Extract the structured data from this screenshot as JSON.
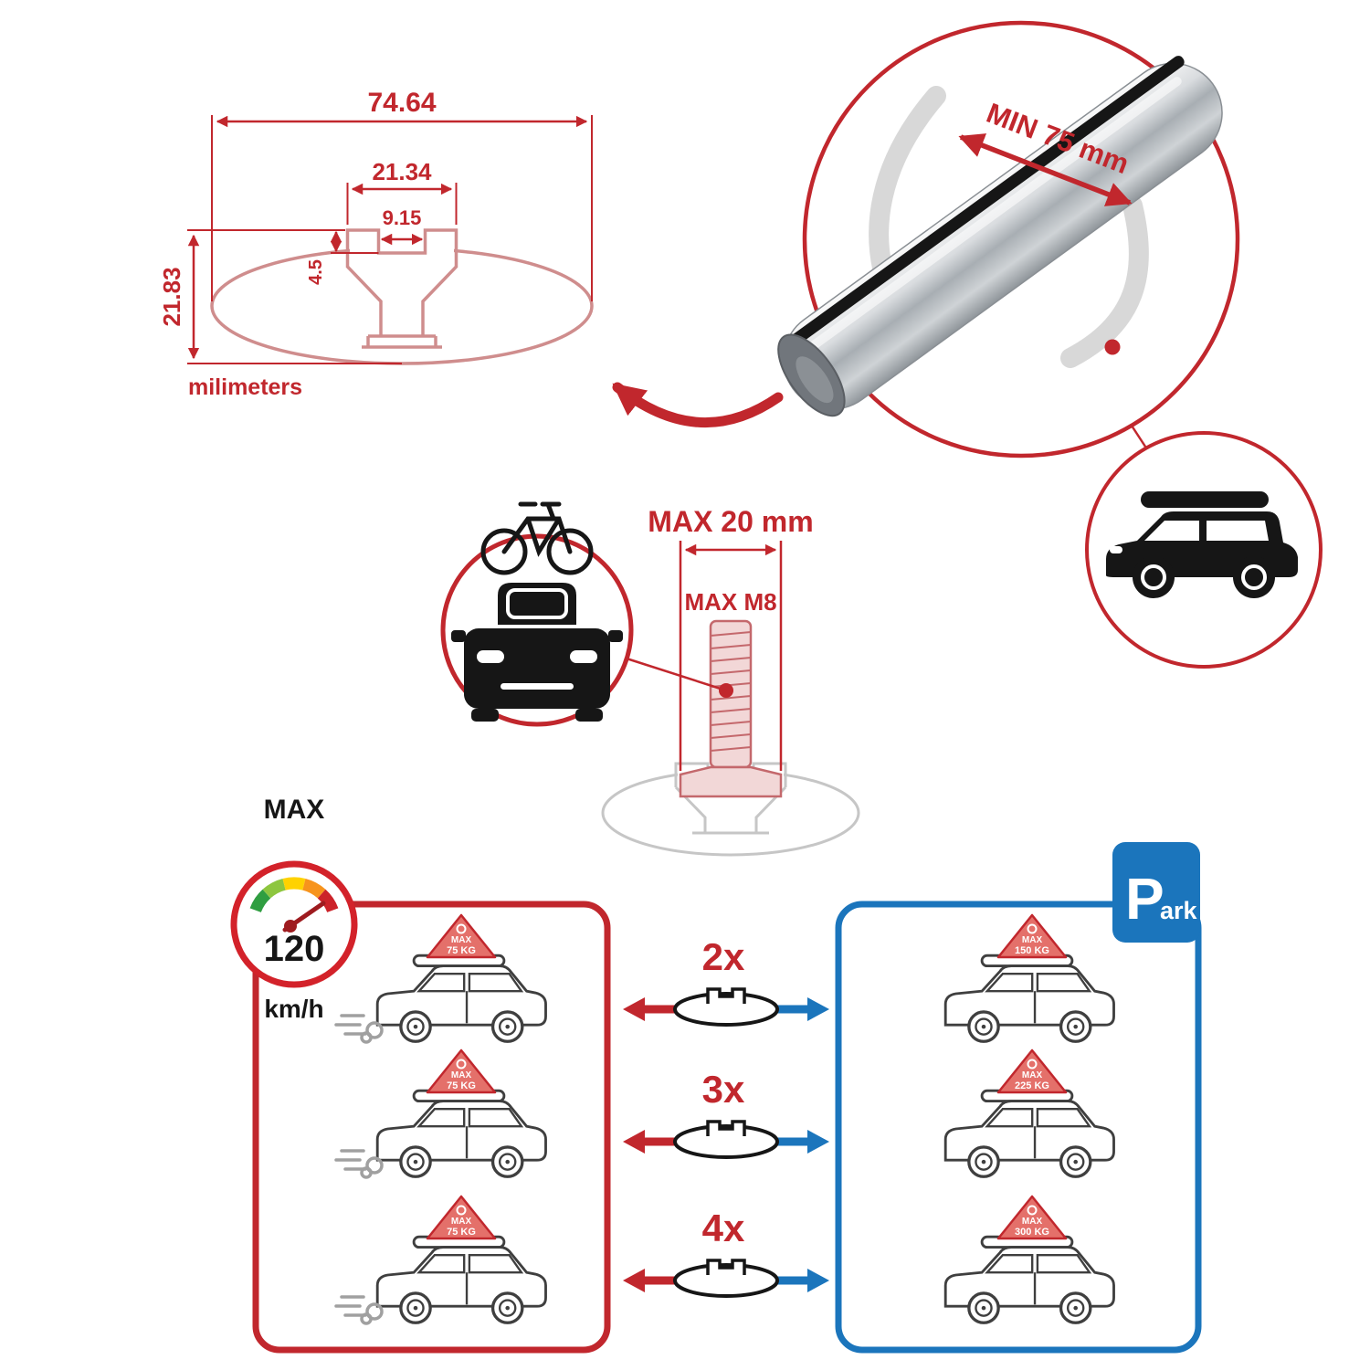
{
  "colors": {
    "accent_red": "#c1272d",
    "accent_blue": "#1b75bc"
  },
  "profile_dimensions": {
    "total_width": "74.64",
    "channel_outer_width": "21.34",
    "channel_inner_width": "9.15",
    "channel_depth": "4.5",
    "total_height": "21.83",
    "units_label": "milimeters"
  },
  "crossbar_detail": {
    "min_span_label": "MIN 75 mm"
  },
  "bolt_detail": {
    "max_width_label": "MAX 20 mm",
    "max_thread_label": "MAX M8"
  },
  "speed_limit": {
    "label": "MAX",
    "value": "120",
    "unit": "km/h"
  },
  "park_sign": {
    "letter": "P",
    "suffix": "ark"
  },
  "crossbar_counts": [
    {
      "qty": "2x"
    },
    {
      "qty": "3x"
    },
    {
      "qty": "4x"
    }
  ],
  "driving_loads": [
    {
      "label": "MAX",
      "value": "75 KG"
    },
    {
      "label": "MAX",
      "value": "75 KG"
    },
    {
      "label": "MAX",
      "value": "75 KG"
    }
  ],
  "parked_loads": [
    {
      "label": "MAX",
      "value": "150 KG"
    },
    {
      "label": "MAX",
      "value": "225 KG"
    },
    {
      "label": "MAX",
      "value": "300 KG"
    }
  ]
}
